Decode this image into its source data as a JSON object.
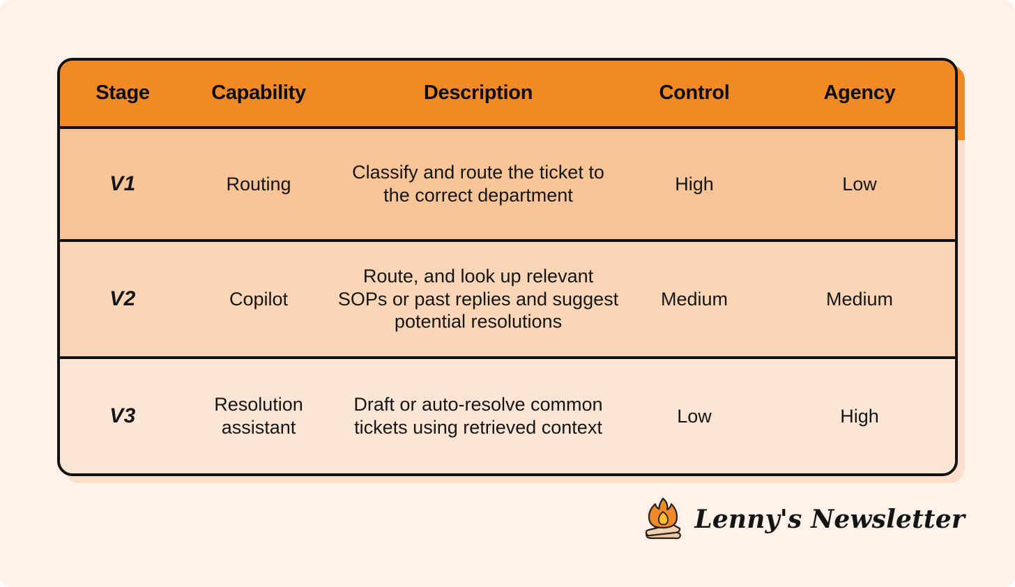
{
  "page": {
    "background_color": "#fdf1ea",
    "accent_color": "#f18924",
    "border_color": "#111111"
  },
  "table": {
    "columns": [
      {
        "key": "stage",
        "label": "Stage"
      },
      {
        "key": "capability",
        "label": "Capability"
      },
      {
        "key": "description",
        "label": "Description"
      },
      {
        "key": "control",
        "label": "Control"
      },
      {
        "key": "agency",
        "label": "Agency"
      }
    ],
    "rows": [
      {
        "stage": "V1",
        "capability": "Routing",
        "description": "Classify and route the ticket to the correct department",
        "control": "High",
        "agency": "Low",
        "row_color": "#f8c599"
      },
      {
        "stage": "V2",
        "capability": "Copilot",
        "description": "Route, and look up relevant SOPs or past replies and suggest potential resolutions",
        "control": "Medium",
        "agency": "Medium",
        "row_color": "#fbd6b6"
      },
      {
        "stage": "V3",
        "capability": "Resolution assistant",
        "description": "Draft or auto-resolve common tickets using retrieved context",
        "control": "Low",
        "agency": "High",
        "row_color": "#fde5d5"
      }
    ]
  },
  "branding": {
    "name": "Lenny's Newsletter",
    "icon": "campfire-icon",
    "flame_outer_color": "#f0892a",
    "flame_inner_color": "#fbc02d",
    "log_color": "#e8c9a6"
  }
}
